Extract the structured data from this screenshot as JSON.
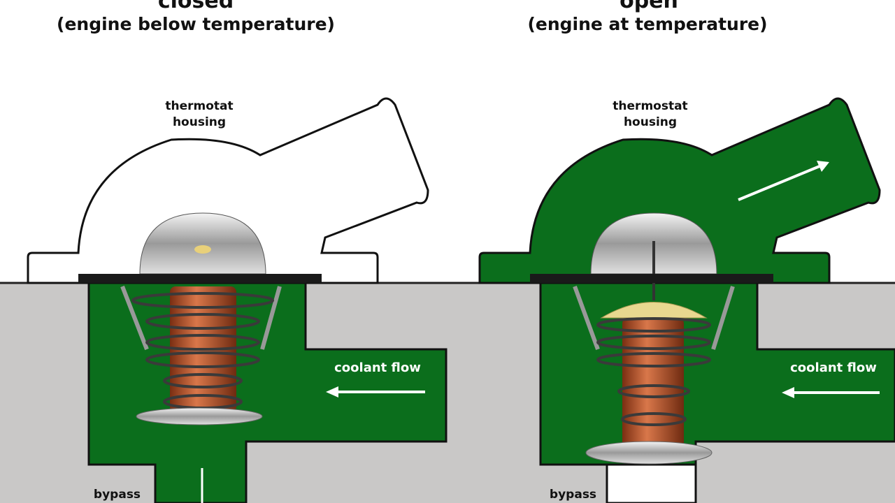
{
  "panels": [
    {
      "state": "closed",
      "subtitle": "(engine below temperature)",
      "housing_label": [
        "thermotat",
        "housing"
      ],
      "flow_label": "coolant flow",
      "bypass_label": "bypass"
    },
    {
      "state": "open",
      "subtitle": "(engine at temperature)",
      "housing_label": [
        "thermostat",
        "housing"
      ],
      "flow_label": "coolant flow",
      "bypass_label": "bypass"
    }
  ],
  "colors": {
    "coolant": "#0b6e1c",
    "engine_block": "#c9c8c7",
    "copper": "#b8532a",
    "background": "#ffffff"
  }
}
